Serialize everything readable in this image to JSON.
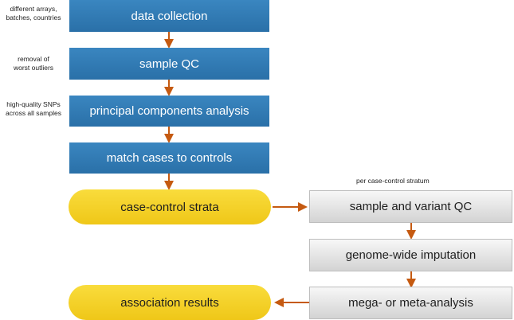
{
  "notes": {
    "arrays": "different arrays,\nbatches, countries",
    "outliers": "removal of\nworst outliers",
    "snps": "high-quality SNPs\nacross all samples",
    "stratum": "per case-control stratum"
  },
  "boxes": {
    "data_collection": "data collection",
    "sample_qc": "sample QC",
    "pca": "principal components analysis",
    "match": "match cases to controls",
    "strata": "case-control strata",
    "variant_qc": "sample and variant QC",
    "imputation": "genome-wide imputation",
    "meta": "mega- or meta-analysis",
    "results": "association results"
  },
  "colors": {
    "blue": "#2e7ab5",
    "yellow": "#f4d02a",
    "gray": "#e2e2e2",
    "arrow": "#c55a11"
  }
}
